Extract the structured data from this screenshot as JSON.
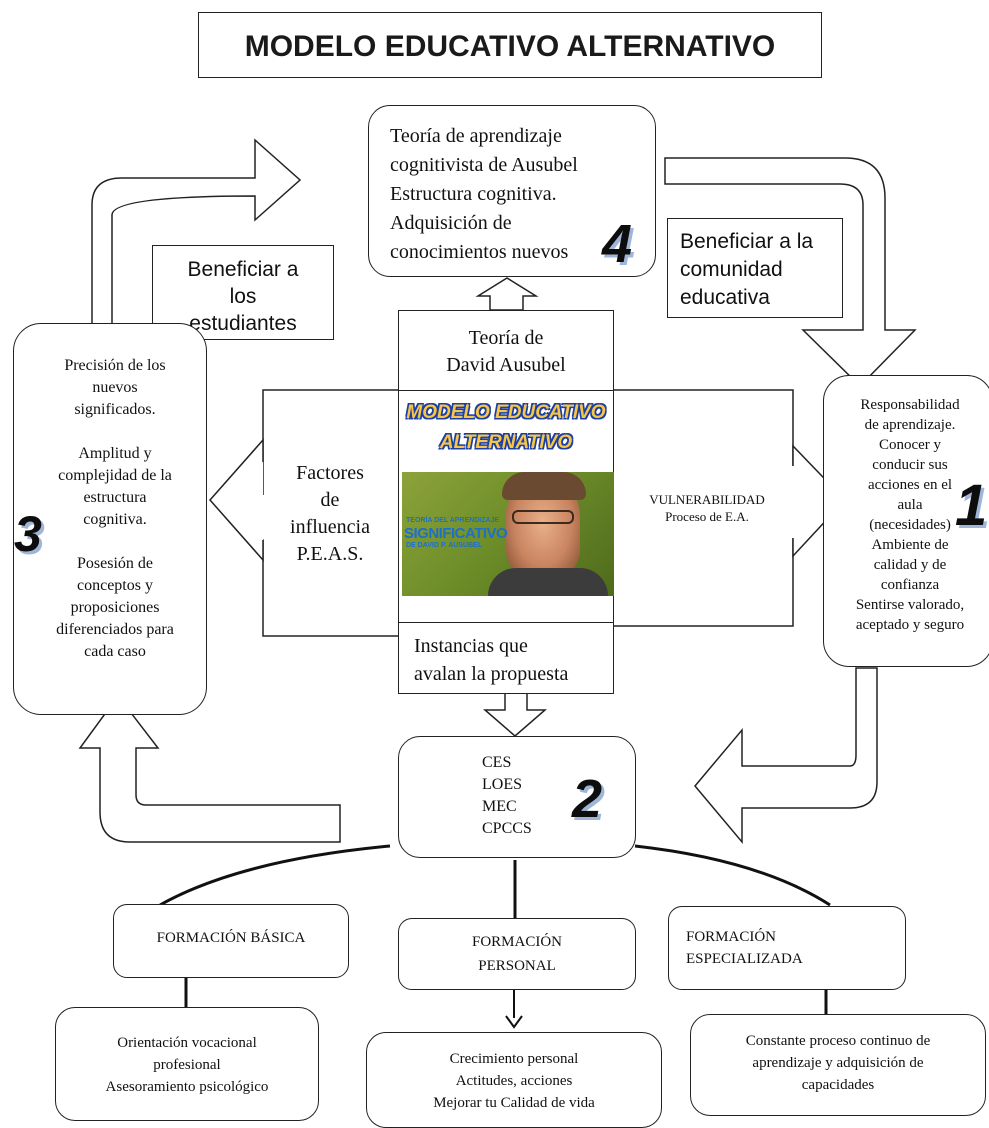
{
  "title": "MODELO EDUCATIVO ALTERNATIVO",
  "top_box": {
    "text": "Teoría de aprendizaje\ncognitivista de Ausubel\nEstructura cognitiva.\nAdquisición de\nconocimientos nuevos",
    "number": "4"
  },
  "label_students": "Beneficiar a\nlos\nestudiantes",
  "label_community": "Beneficiar a la\ncomunidad\neducativa",
  "left_box": {
    "text": "Precisión de los\nnuevos\nsignificados.\n\nAmplitud y\ncomplejidad de la\nestructura\ncognitiva.\n\nPosesión de\nconceptos y\nproposiciones\ndiferenciados para\ncada caso",
    "number": "3"
  },
  "right_box": {
    "text": "Responsabilidad\nde aprendizaje.\nConocer y\nconducir sus\nacciones en el\naula\n(necesidades)\nAmbiente de\ncalidad y de\nconfianza\nSentirse valorado,\naceptado y seguro",
    "number": "1"
  },
  "center": {
    "theory_label": "Teoría de\nDavid Ausubel",
    "factors": "Factores\nde\ninfluencia\nP.E.A.S.",
    "vulnerability_title": "VULNERABILIDAD",
    "vulnerability_sub": "Proceso de E.A.",
    "image_title": "MODELO EDUCATIVO\nALTERNATIVO",
    "image_caption_top": "TEORÍA DEL APRENDIZAJE",
    "image_caption_main": "SIGNIFICATIVO",
    "image_caption_bottom": "DE DAVID P. AUSUBEL",
    "instances": "Instancias que\navalan la propuesta"
  },
  "bottom_center_box": {
    "text": "CES\nLOES\nMEC\nCPCCS",
    "number": "2"
  },
  "formations": [
    {
      "title": "FORMACIÓN BÁSICA",
      "detail": "Orientación vocacional\nprofesional\nAsesoramiento psicológico"
    },
    {
      "title": "FORMACIÓN\nPERSONAL",
      "detail": "Crecimiento personal\nActitudes, acciones\nMejorar tu Calidad de vida"
    },
    {
      "title": "FORMACIÓN\nESPECIALIZADA",
      "detail": "Constante proceso continuo de\naprendizaje y adquisición de\ncapacidades"
    }
  ],
  "colors": {
    "number_shadow": "#9fb6d9",
    "image_background": "#6f8f2a",
    "image_caption": "#1e6fc8",
    "center_title_fill": "#f7c648",
    "center_title_outline": "#1c3fa3"
  }
}
